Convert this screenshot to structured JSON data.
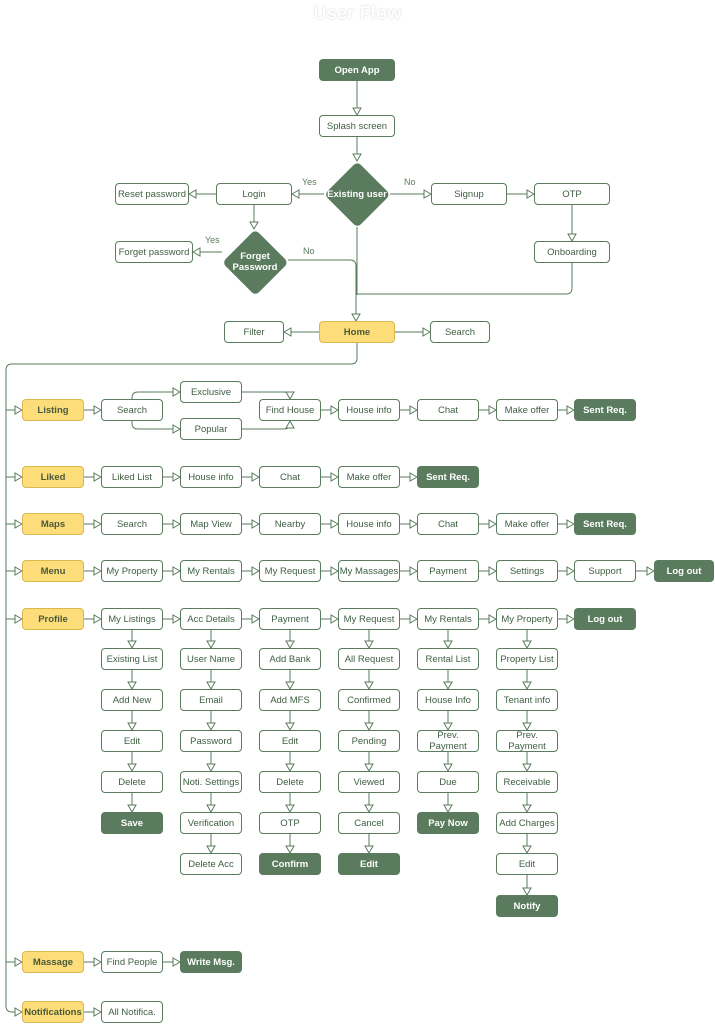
{
  "title": "User Flow",
  "colors": {
    "stroke": "#5a7b5d",
    "dark": "#5a7b5d",
    "yellow": "#fcdd79"
  },
  "nodes": {
    "open_app": "Open App",
    "splash": "Splash screen",
    "existing_user": "Existing user",
    "login": "Login",
    "reset_password": "Reset password",
    "forget_password": "Forget password",
    "forget_password_q": "Forget Password",
    "signup": "Signup",
    "otp": "OTP",
    "onboarding": "Onboarding",
    "home": "Home",
    "filter": "Filter",
    "search": "Search",
    "listing": "Listing",
    "listing_search": "Search",
    "exclusive": "Exclusive",
    "popular": "Popular",
    "find_house": "Find House",
    "listing_house_info": "House info",
    "listing_chat": "Chat",
    "listing_make_offer": "Make offer",
    "listing_sent_req": "Sent Req.",
    "liked": "Liked",
    "liked_list": "Liked List",
    "liked_house_info": "House info",
    "liked_chat": "Chat",
    "liked_make_offer": "Make offer",
    "liked_sent_req": "Sent Req.",
    "maps": "Maps",
    "maps_search": "Search",
    "map_view": "Map View",
    "nearby": "Nearby",
    "maps_house_info": "House info",
    "maps_chat": "Chat",
    "maps_make_offer": "Make offer",
    "maps_sent_req": "Sent Req.",
    "menu": "Menu",
    "menu_my_property": "My Property",
    "menu_my_rentals": "My Rentals",
    "menu_my_request": "My Request",
    "menu_my_massages": "My Massages",
    "menu_payment": "Payment",
    "menu_settings": "Settings",
    "menu_support": "Support",
    "menu_log_out": "Log out",
    "profile": "Profile",
    "p_my_listings": "My Listings",
    "p_existing_list": "Existing List",
    "p_add_new": "Add New",
    "p_edit": "Edit",
    "p_delete": "Delete",
    "p_save": "Save",
    "p_acc_details": "Acc Details",
    "p_user_name": "User Name",
    "p_email": "Email",
    "p_password": "Password",
    "p_noti_settings": "Noti. Settings",
    "p_verification": "Verification",
    "p_delete_acc": "Delete Acc",
    "p_payment": "Payment",
    "p_add_bank": "Add Bank",
    "p_add_mfs": "Add MFS",
    "p_pay_edit": "Edit",
    "p_pay_delete": "Delete",
    "p_pay_otp": "OTP",
    "p_confirm": "Confirm",
    "p_my_request": "My Request",
    "p_all_request": "All Request",
    "p_confirmed": "Confirmed",
    "p_pending": "Pending",
    "p_viewed": "Viewed",
    "p_cancel": "Cancel",
    "p_req_edit": "Edit",
    "p_my_rentals": "My Rentals",
    "p_rental_list": "Rental List",
    "p_house_info": "House Info",
    "p_prev_payment_r": "Prev. Payment",
    "p_due": "Due",
    "p_pay_now": "Pay Now",
    "p_my_property": "My Property",
    "p_property_list": "Property List",
    "p_tenant_info": "Tenant info",
    "p_prev_payment_p": "Prev. Payment",
    "p_receivable": "Receivable",
    "p_add_charges": "Add Charges",
    "p_prop_edit": "Edit",
    "p_notify": "Notify",
    "p_log_out": "Log out",
    "massage": "Massage",
    "find_people": "Find People",
    "write_msg": "Write Msg.",
    "notifications": "Notifications",
    "all_notifica": "All Notifica."
  },
  "edge_labels": {
    "yes_login": "Yes",
    "no_signup": "No",
    "yes_forget": "Yes",
    "no_home": "No"
  }
}
